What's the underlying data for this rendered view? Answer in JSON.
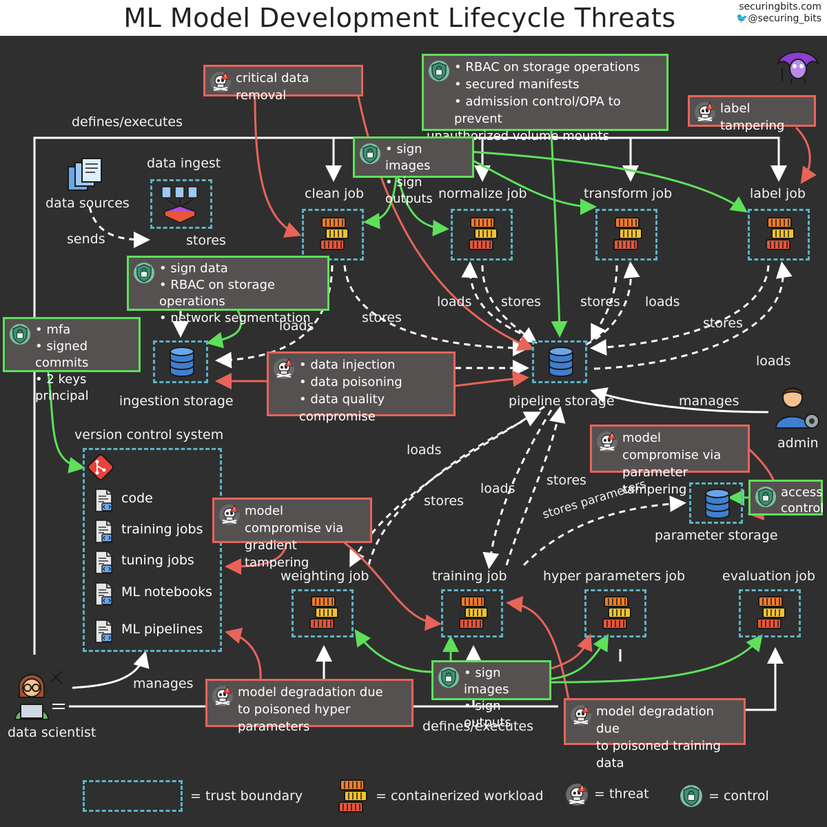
{
  "header": {
    "title": "ML Model Development Lifecycle Threats",
    "site": "securingbits.com",
    "twitter": "@securing_bits"
  },
  "labels": {
    "data_sources": "data sources",
    "data_ingest": "data ingest",
    "sends": "sends",
    "stores_ingest": "stores",
    "defines_executes_top": "defines/executes",
    "clean_job": "clean job",
    "normalize_job": "normalize job",
    "transform_job": "transform job",
    "label_job": "label job",
    "ingestion_storage": "ingestion storage",
    "pipeline_storage": "pipeline storage",
    "parameter_storage": "parameter storage",
    "version_control": "version control system",
    "weighting_job": "weighting job",
    "training_job": "training job",
    "hyper_job": "hyper parameters job",
    "evaluation_job": "evaluation job",
    "admin": "admin",
    "manages_admin": "manages",
    "data_scientist": "data scientist",
    "manages_ds": "manages",
    "defines_executes_bottom": "defines/executes",
    "stores_parameters": "stores parameters",
    "loads": "loads",
    "stores": "stores"
  },
  "vcs_items": [
    "code",
    "training jobs",
    "tuning jobs",
    "ML notebooks",
    "ML pipelines"
  ],
  "threats": {
    "critical_removal": "critical data removal",
    "label_tampering": "label tampering",
    "data_injection": [
      "data injection",
      "data poisoning",
      "data quality compromise"
    ],
    "param_tampering": [
      "model compromise via",
      "parameter tampering"
    ],
    "gradient_tampering": [
      "model compromise via",
      "gradient tampering"
    ],
    "hyper_poison": [
      "model degradation due",
      "to poisoned hyper parameters"
    ],
    "training_poison": [
      "model degradation due",
      "to poisoned training data"
    ]
  },
  "controls": {
    "storage_ops": [
      "RBAC on storage operations",
      "secured manifests",
      "admission control/OPA to prevent",
      "unauthorized volume mounts"
    ],
    "sign_top": [
      "sign images",
      "sign outputs"
    ],
    "sign_data": [
      "sign data",
      "RBAC on storage operations",
      "network segmentation"
    ],
    "mfa": [
      "mfa",
      "signed commits",
      "2 keys principal"
    ],
    "access_control": [
      "access",
      "control"
    ],
    "sign_bottom": [
      "sign images",
      "sign outputs"
    ]
  },
  "legend": {
    "trust_boundary": "= trust boundary",
    "containerized": "= containerized workload",
    "threat": "= threat",
    "control": "= control"
  },
  "colors": {
    "background": "#2f2f2f",
    "threat": "#e8645a",
    "control": "#5ee05a",
    "trust_boundary": "#5ab4c8",
    "container": "#f07b2a"
  }
}
